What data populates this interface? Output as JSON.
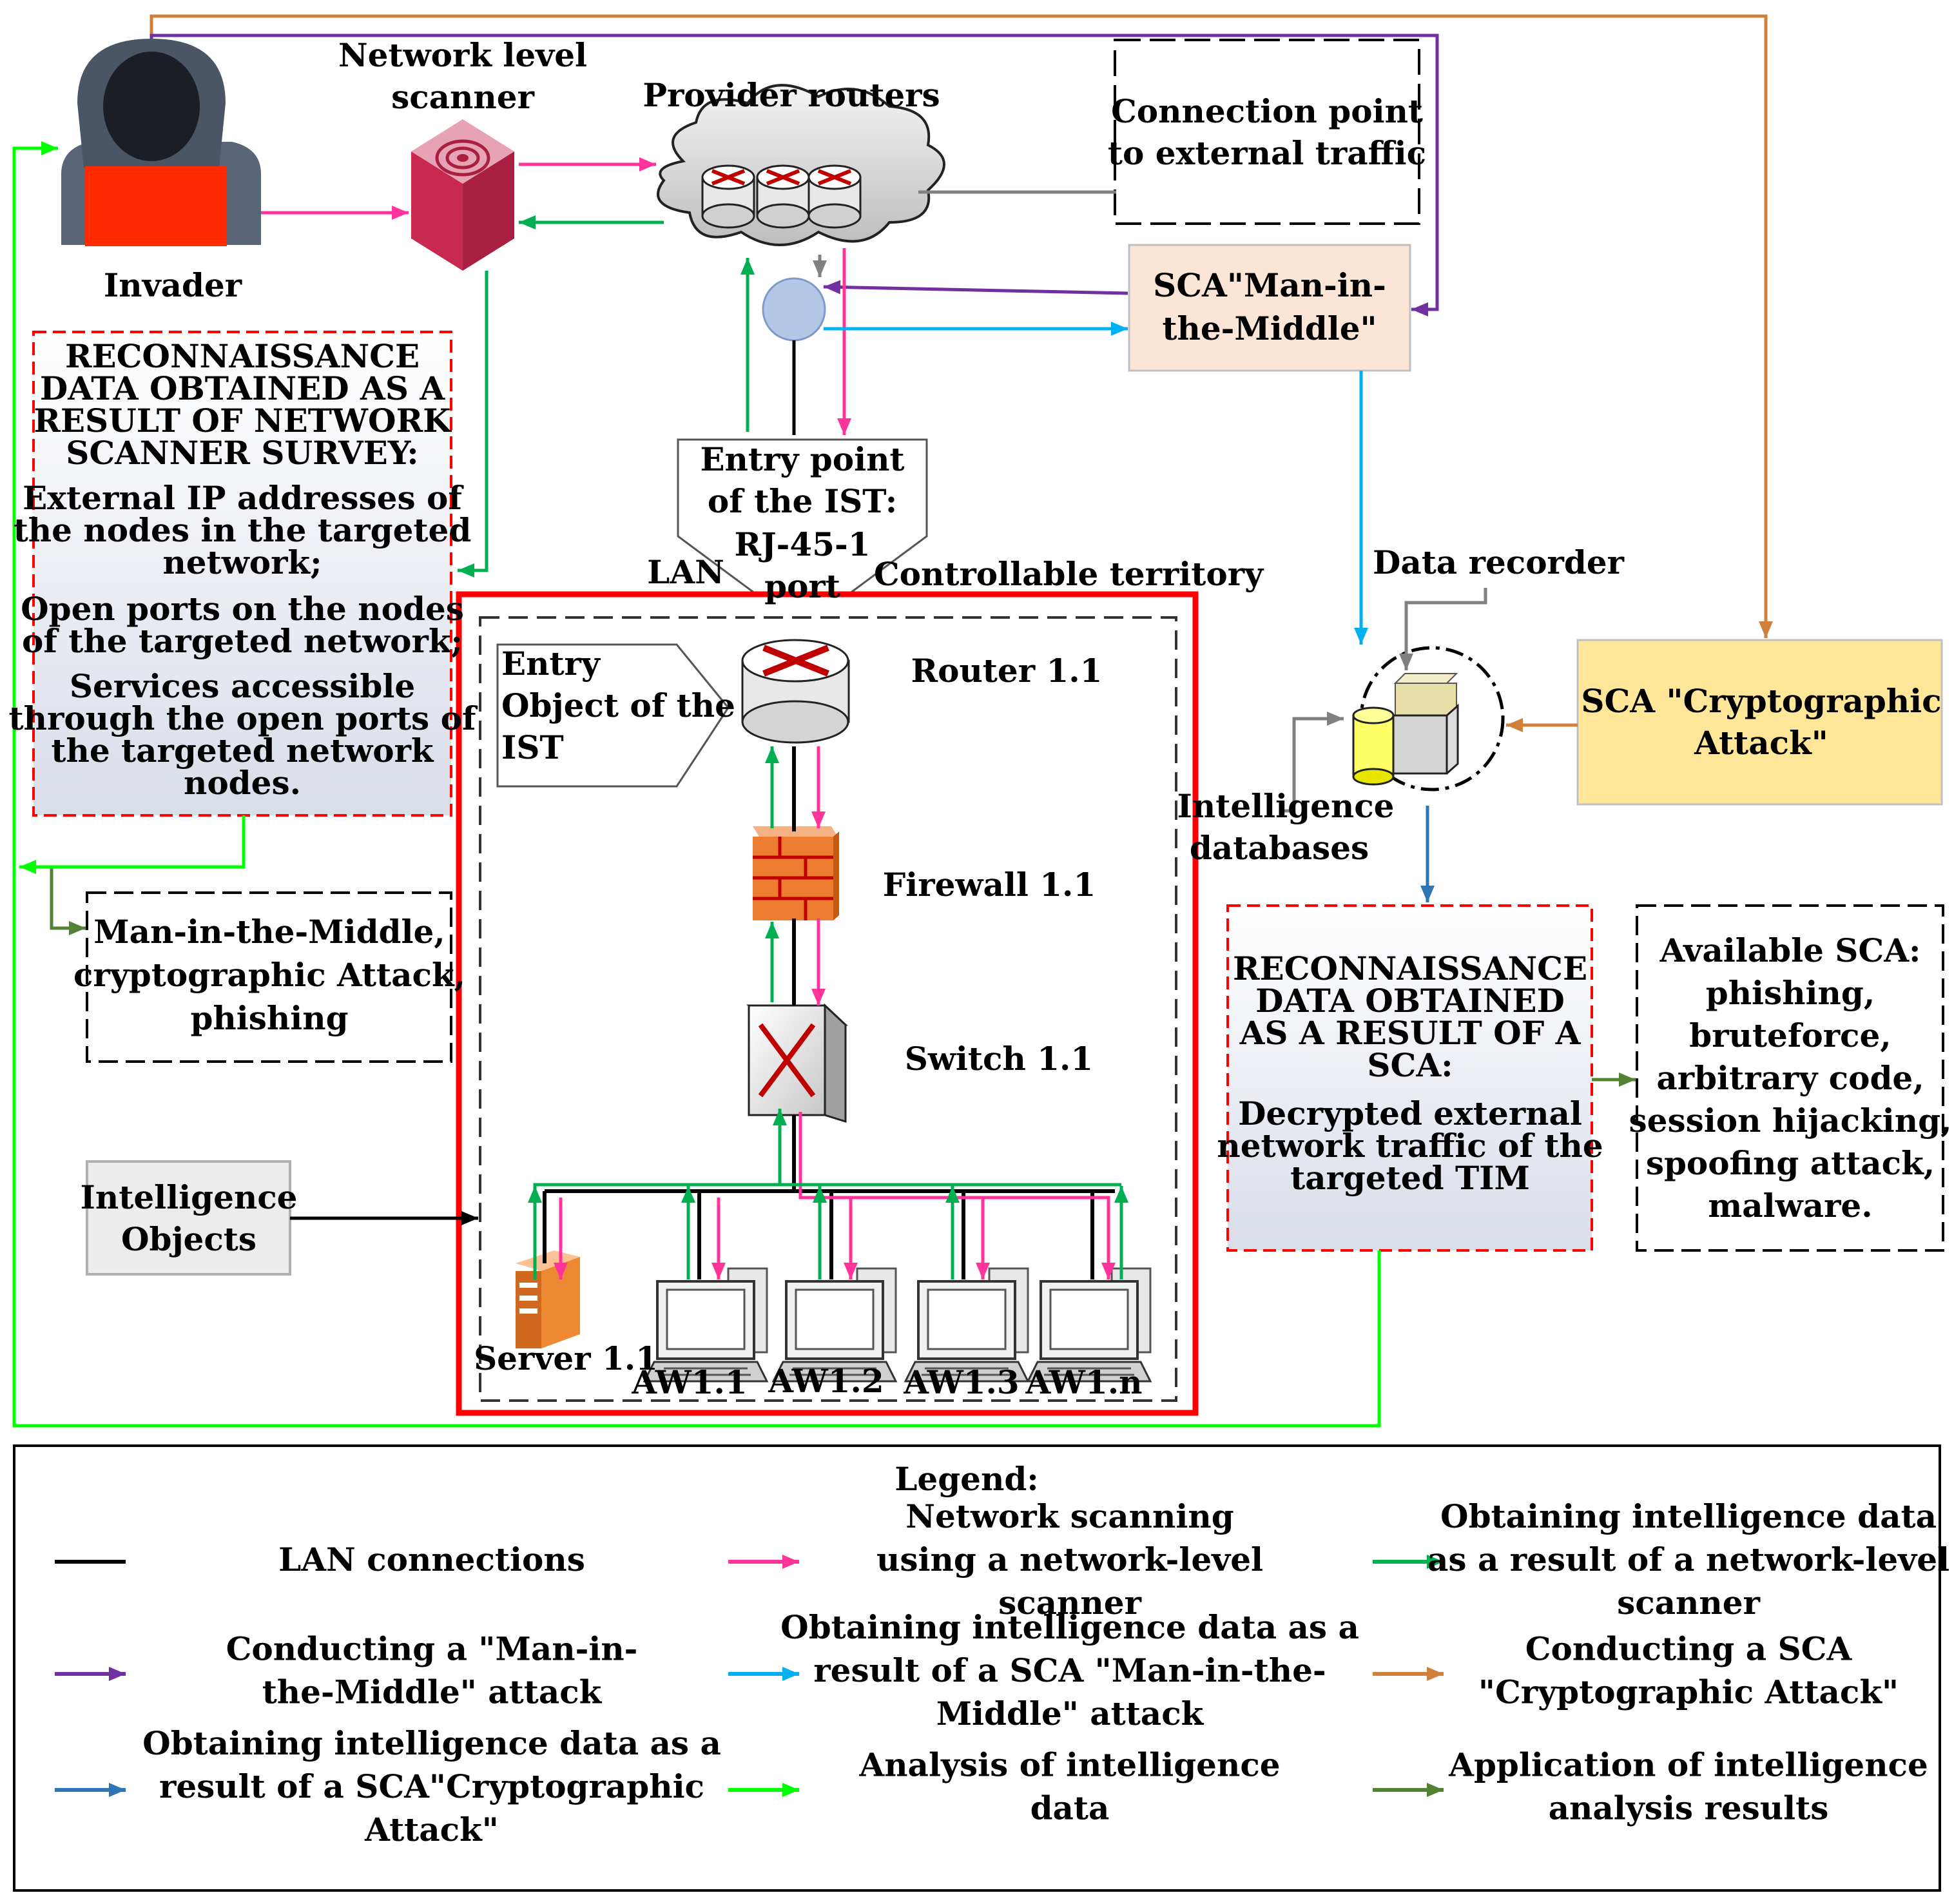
{
  "nodes": {
    "invader": "Invader",
    "scanner": [
      "Network level",
      "scanner"
    ],
    "provider_routers": "Provider routers",
    "connection_point": [
      "Connection point",
      "to external traffic"
    ],
    "sca_mitm": [
      "SCA\"Man-in-",
      "the-Middle\""
    ],
    "entry_point": [
      "Entry point",
      "of the IST:",
      "RJ-45-1",
      "port"
    ],
    "lan": "LAN",
    "controllable_territory": "Controllable territory",
    "entry_object": [
      "Entry",
      "Object of the",
      "IST"
    ],
    "router": "Router 1.1",
    "firewall": "Firewall 1.1",
    "switch": "Switch 1.1",
    "server": "Server 1.1",
    "workstations": [
      "AW1.1",
      "AW1.2",
      "AW1.3",
      "AW1.n"
    ],
    "intelligence_objects": [
      "Intelligence",
      "Objects"
    ],
    "data_recorder": "Data recorder",
    "intelligence_databases": [
      "Intelligence",
      "databases"
    ],
    "sca_crypto": [
      "SCA \"Cryptographic",
      "Attack\""
    ],
    "mitm_options": [
      "Man-in-the-Middle,",
      "cryptographic Attack,",
      "phishing"
    ],
    "available_sca": [
      "Available SCA:",
      "phishing,",
      "bruteforce,",
      "arbitrary code,",
      "session hijacking,",
      "spoofing attack,",
      "malware."
    ]
  },
  "recon_scanner": {
    "heading": [
      "RECONNAISSANCE",
      "DATA OBTAINED AS A",
      "RESULT OF NETWORK",
      "SCANNER SURVEY:"
    ],
    "items": [
      [
        "External IP addresses of",
        "the nodes in the targeted",
        "network;"
      ],
      [
        "Open ports on the nodes",
        "of the targeted network;"
      ],
      [
        "Services accessible",
        "through the open ports of",
        "the targeted network",
        "nodes."
      ]
    ]
  },
  "recon_sca": {
    "heading": [
      "RECONNAISSANCE",
      "DATA OBTAINED",
      "AS A RESULT OF A",
      "SCA:"
    ],
    "body": [
      "Decrypted external",
      "network traffic of the",
      "targeted TIM"
    ]
  },
  "legend": {
    "title": "Legend:",
    "items": [
      {
        "color": "#000000",
        "arrow": false,
        "label": [
          "LAN connections"
        ]
      },
      {
        "color": "#7030a0",
        "arrow": true,
        "label": [
          "Conducting a \"Man-in-",
          "the-Middle\" attack"
        ]
      },
      {
        "color": "#2e75b6",
        "arrow": true,
        "label": [
          "Obtaining intelligence data as a",
          "result of a SCA\"Cryptographic",
          "Attack\""
        ]
      },
      {
        "color": "#ff3399",
        "arrow": true,
        "label": [
          "Network scanning",
          "using a network-level",
          "scanner"
        ]
      },
      {
        "color": "#00b0f0",
        "arrow": true,
        "label": [
          "Obtaining intelligence data as a",
          "result of a SCA \"Man-in-the-",
          "Middle\" attack"
        ]
      },
      {
        "color": "#00ff00",
        "arrow": true,
        "label": [
          "Analysis of intelligence",
          "data"
        ]
      },
      {
        "color": "#00b050",
        "arrow": true,
        "label": [
          "Obtaining intelligence data",
          "as a result of a network-level",
          "scanner"
        ]
      },
      {
        "color": "#d0803a",
        "arrow": true,
        "label": [
          "Conducting a SCA",
          "\"Cryptographic Attack\""
        ]
      },
      {
        "color": "#548235",
        "arrow": true,
        "label": [
          "Application of intelligence",
          "analysis results"
        ]
      }
    ]
  },
  "colors": {
    "lan": "#000000",
    "mitm": "#7030a0",
    "crypto_result": "#2e75b6",
    "scanning": "#ff3399",
    "mitm_result": "#00b0f0",
    "analysis": "#00ff00",
    "scanner_result": "#00b050",
    "crypto_attack": "#d0803a",
    "application": "#548235",
    "recon_border": "#ff0000",
    "sca_mitm_fill": "#fbe5d6",
    "sca_crypto_fill": "#ffe699"
  }
}
